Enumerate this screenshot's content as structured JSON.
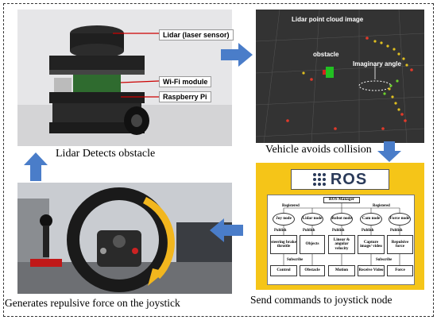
{
  "captions": {
    "lidar_detects": "Lidar Detects obstacle",
    "vehicle_avoids": "Vehicle avoids collision",
    "send_commands": "Send commands to joystick node",
    "generates_force": "Generates repulsive force on the joystick"
  },
  "robot_callouts": {
    "lidar": "Lidar (laser sensor)",
    "wifi": "Wi-Fi module",
    "raspberry": "Raspberry Pi"
  },
  "lidar_image": {
    "point_cloud_label": "Lidar point cloud image",
    "obstacle_label": "obstacle",
    "angle_label": "Imaginary angle"
  },
  "ros": {
    "logo_text": "ROS",
    "manager": "ROS Manager",
    "registered_left": "Registered",
    "registered_right": "Registered",
    "nodes": [
      "Joy node",
      "Lidar node",
      "Robot node",
      "Cam node",
      "Force node"
    ],
    "publish": [
      "Publish",
      "Publish",
      "Publish",
      "Publish",
      "Publish"
    ],
    "topics": [
      "steering brake throttle",
      "Objects",
      "Linear & angular velocity",
      "Capture image/ video",
      "Repulsive force"
    ],
    "subscribe_left": "Subscribe",
    "subscribe_right": "Subscribe",
    "outputs": [
      "Control",
      "Obstacle",
      "Motion",
      "Receive Video",
      "Force"
    ]
  },
  "colors": {
    "arrow": "#4a7dc9",
    "ros_bg": "#f5c518",
    "force_arrow": "#f2b61e"
  }
}
